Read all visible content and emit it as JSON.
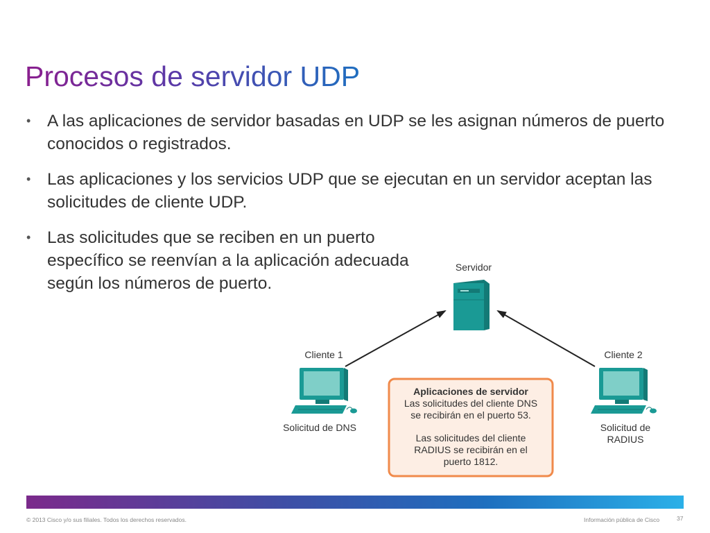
{
  "title": "Procesos de servidor UDP",
  "bullets": [
    "A las aplicaciones de servidor basadas en UDP se les asignan números de puerto conocidos o registrados.",
    "Las aplicaciones y los servicios UDP que se ejecutan en un servidor aceptan las solicitudes de cliente UDP.",
    "Las solicitudes que se reciben en un puerto específico se reenvían a la aplicación adecuada según los números de puerto."
  ],
  "diagram": {
    "server_label": "Servidor",
    "client1_label": "Cliente 1",
    "client1_caption": "Solicitud de DNS",
    "client2_label": "Cliente 2",
    "client2_caption_line1": "Solicitud de",
    "client2_caption_line2": "RADIUS",
    "box": {
      "heading": "Aplicaciones de servidor",
      "para1_line1": "Las solicitudes del cliente DNS",
      "para1_line2": "se recibirán en el puerto 53.",
      "para2_line1": "Las solicitudes del cliente",
      "para2_line2": "RADIUS se recibirán en el",
      "para2_line3": "puerto 1812."
    },
    "colors": {
      "device": "#1a9a95",
      "device_dark": "#137a76",
      "screen": "#7fcfc8",
      "box_border": "#f08a4b",
      "box_fill": "#fdeee4",
      "arrow": "#222222"
    }
  },
  "footer": {
    "copyright": "© 2013 Cisco y/o sus filiales. Todos los derechos reservados.",
    "classification": "Información pública de Cisco",
    "page": "37"
  }
}
